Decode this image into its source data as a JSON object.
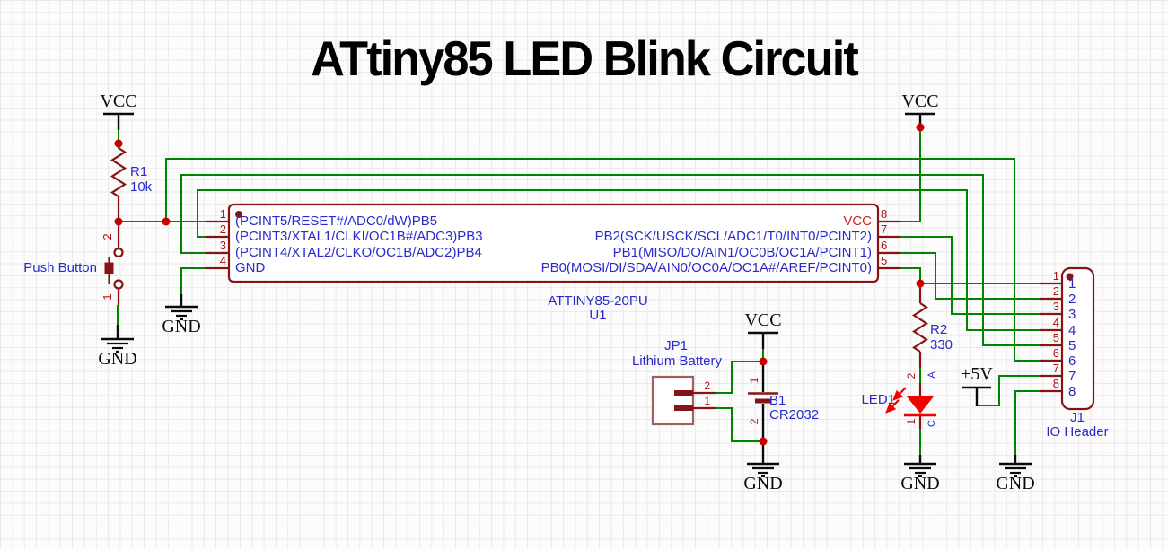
{
  "title": "ATtiny85 LED Blink Circuit",
  "power": {
    "vcc": "VCC",
    "gnd": "GND",
    "plus5v": "+5V"
  },
  "r1": {
    "ref": "R1",
    "value": "10k"
  },
  "r2": {
    "ref": "R2",
    "value": "330"
  },
  "push_button": {
    "label": "Push Button",
    "pin_top": "2",
    "pin_bottom": "1"
  },
  "u1": {
    "ref": "U1",
    "value": "ATTINY85-20PU",
    "left_pins": [
      {
        "num": "1",
        "name": "(PCINT5/RESET#/ADC0/dW)PB5"
      },
      {
        "num": "2",
        "name": "(PCINT3/XTAL1/CLKI/OC1B#/ADC3)PB3"
      },
      {
        "num": "3",
        "name": "(PCINT4/XTAL2/CLKO/OC1B/ADC2)PB4"
      },
      {
        "num": "4",
        "name": "GND"
      }
    ],
    "right_pins": [
      {
        "num": "8",
        "name": "VCC"
      },
      {
        "num": "7",
        "name": "PB2(SCK/USCK/SCL/ADC1/T0/INT0/PCINT2)"
      },
      {
        "num": "6",
        "name": "PB1(MISO/DO/AIN1/OC0B/OC1A/PCINT1)"
      },
      {
        "num": "5",
        "name": "PB0(MOSI/DI/SDA/AIN0/OC0A/OC1A#/AREF/PCINT0)"
      }
    ]
  },
  "jp1": {
    "ref": "JP1",
    "value": "Lithium Battery",
    "pin_top": "2",
    "pin_bottom": "1"
  },
  "b1": {
    "ref": "B1",
    "value": "CR2032",
    "pin_top": "1",
    "pin_bottom": "2"
  },
  "led1": {
    "ref": "LED1",
    "anode_num": "2",
    "anode_name": "A",
    "cathode_num": "1",
    "cathode_name": "C"
  },
  "j1": {
    "ref": "J1",
    "value": "IO Header",
    "pin_numbers": [
      "1",
      "2",
      "3",
      "4",
      "5",
      "6",
      "7",
      "8"
    ],
    "pin_names": [
      "1",
      "2",
      "3",
      "4",
      "5",
      "6",
      "7",
      "8"
    ]
  },
  "colors": {
    "wire": "#008400",
    "component": "#861414",
    "connector": "#a05f5f",
    "led_red": "#f20000",
    "junction": "#c40000",
    "pin_number": "#b01212",
    "label_blue": "#2929cc",
    "vcc_pin_red": "#cc2222"
  }
}
